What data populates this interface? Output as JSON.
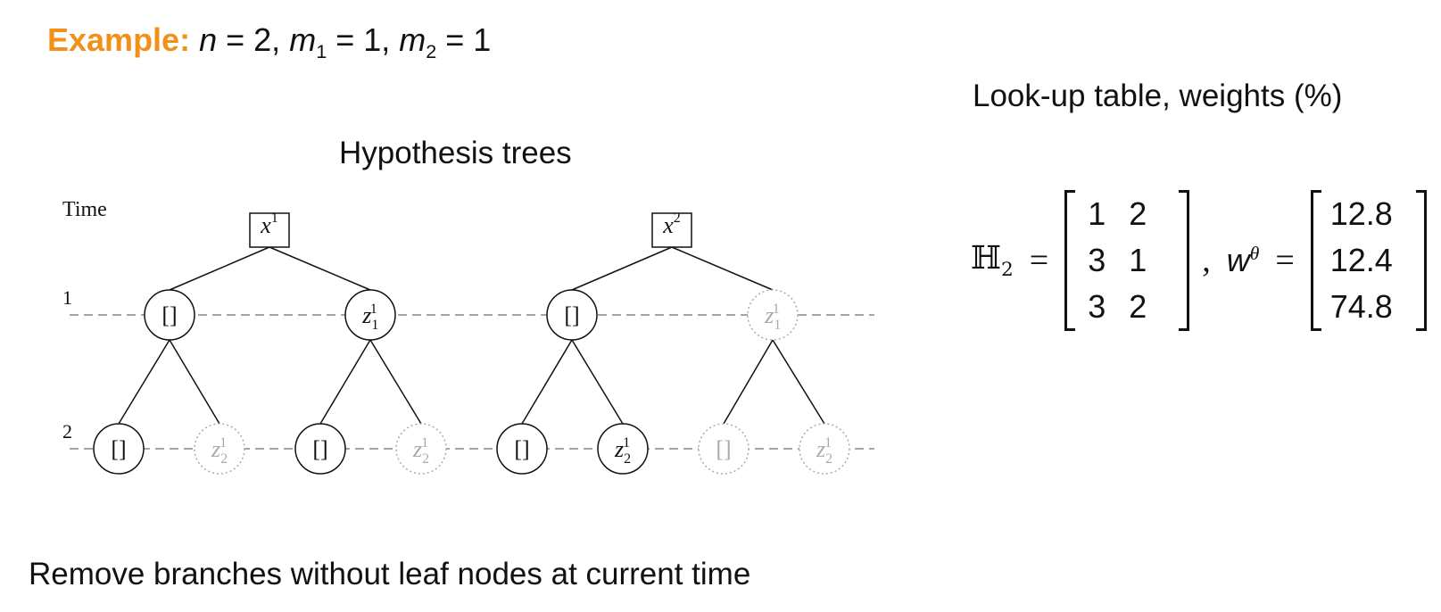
{
  "example": {
    "label": "Example:",
    "formula_parts": [
      " ",
      "n",
      " = 2, ",
      "m",
      "1",
      " = 1, ",
      "m",
      "2",
      " = 1"
    ]
  },
  "tree_title": "Hypothesis trees",
  "time_axis": {
    "label": "Time",
    "levels": [
      "1",
      "2"
    ]
  },
  "trees": [
    {
      "root": {
        "label": "x",
        "sup": "1"
      },
      "level1": [
        {
          "label": "[]",
          "sub": "",
          "sup": "",
          "active": true
        },
        {
          "label": "z",
          "sub": "1",
          "sup": "1",
          "active": true
        }
      ],
      "level2": [
        {
          "label": "[]",
          "sub": "",
          "sup": "",
          "active": true
        },
        {
          "label": "z",
          "sub": "2",
          "sup": "1",
          "active": false
        },
        {
          "label": "[]",
          "sub": "",
          "sup": "",
          "active": true
        },
        {
          "label": "z",
          "sub": "2",
          "sup": "1",
          "active": false
        }
      ]
    },
    {
      "root": {
        "label": "x",
        "sup": "2"
      },
      "level1": [
        {
          "label": "[]",
          "sub": "",
          "sup": "",
          "active": true
        },
        {
          "label": "z",
          "sub": "1",
          "sup": "1",
          "active": false
        }
      ],
      "level2": [
        {
          "label": "[]",
          "sub": "",
          "sup": "",
          "active": true
        },
        {
          "label": "z",
          "sub": "2",
          "sup": "1",
          "active": true
        },
        {
          "label": "[]",
          "sub": "",
          "sup": "",
          "active": false
        },
        {
          "label": "z",
          "sub": "2",
          "sup": "1",
          "active": false
        }
      ]
    }
  ],
  "table_title": "Look-up table, weights (%)",
  "hypothesis_matrix": {
    "symbol": "ℍ",
    "sub": "2",
    "rows": [
      [
        "1",
        "2"
      ],
      [
        "3",
        "1"
      ],
      [
        "3",
        "2"
      ]
    ]
  },
  "weights": {
    "symbol": "w",
    "sup": "θ",
    "values": [
      "12.8",
      "12.4",
      "74.8"
    ]
  },
  "footer": "Remove branches without leaf nodes at current time",
  "colors": {
    "accent": "#f39019",
    "inactive": "#aaaaaa",
    "line": "#111111",
    "dash": "#888888"
  }
}
